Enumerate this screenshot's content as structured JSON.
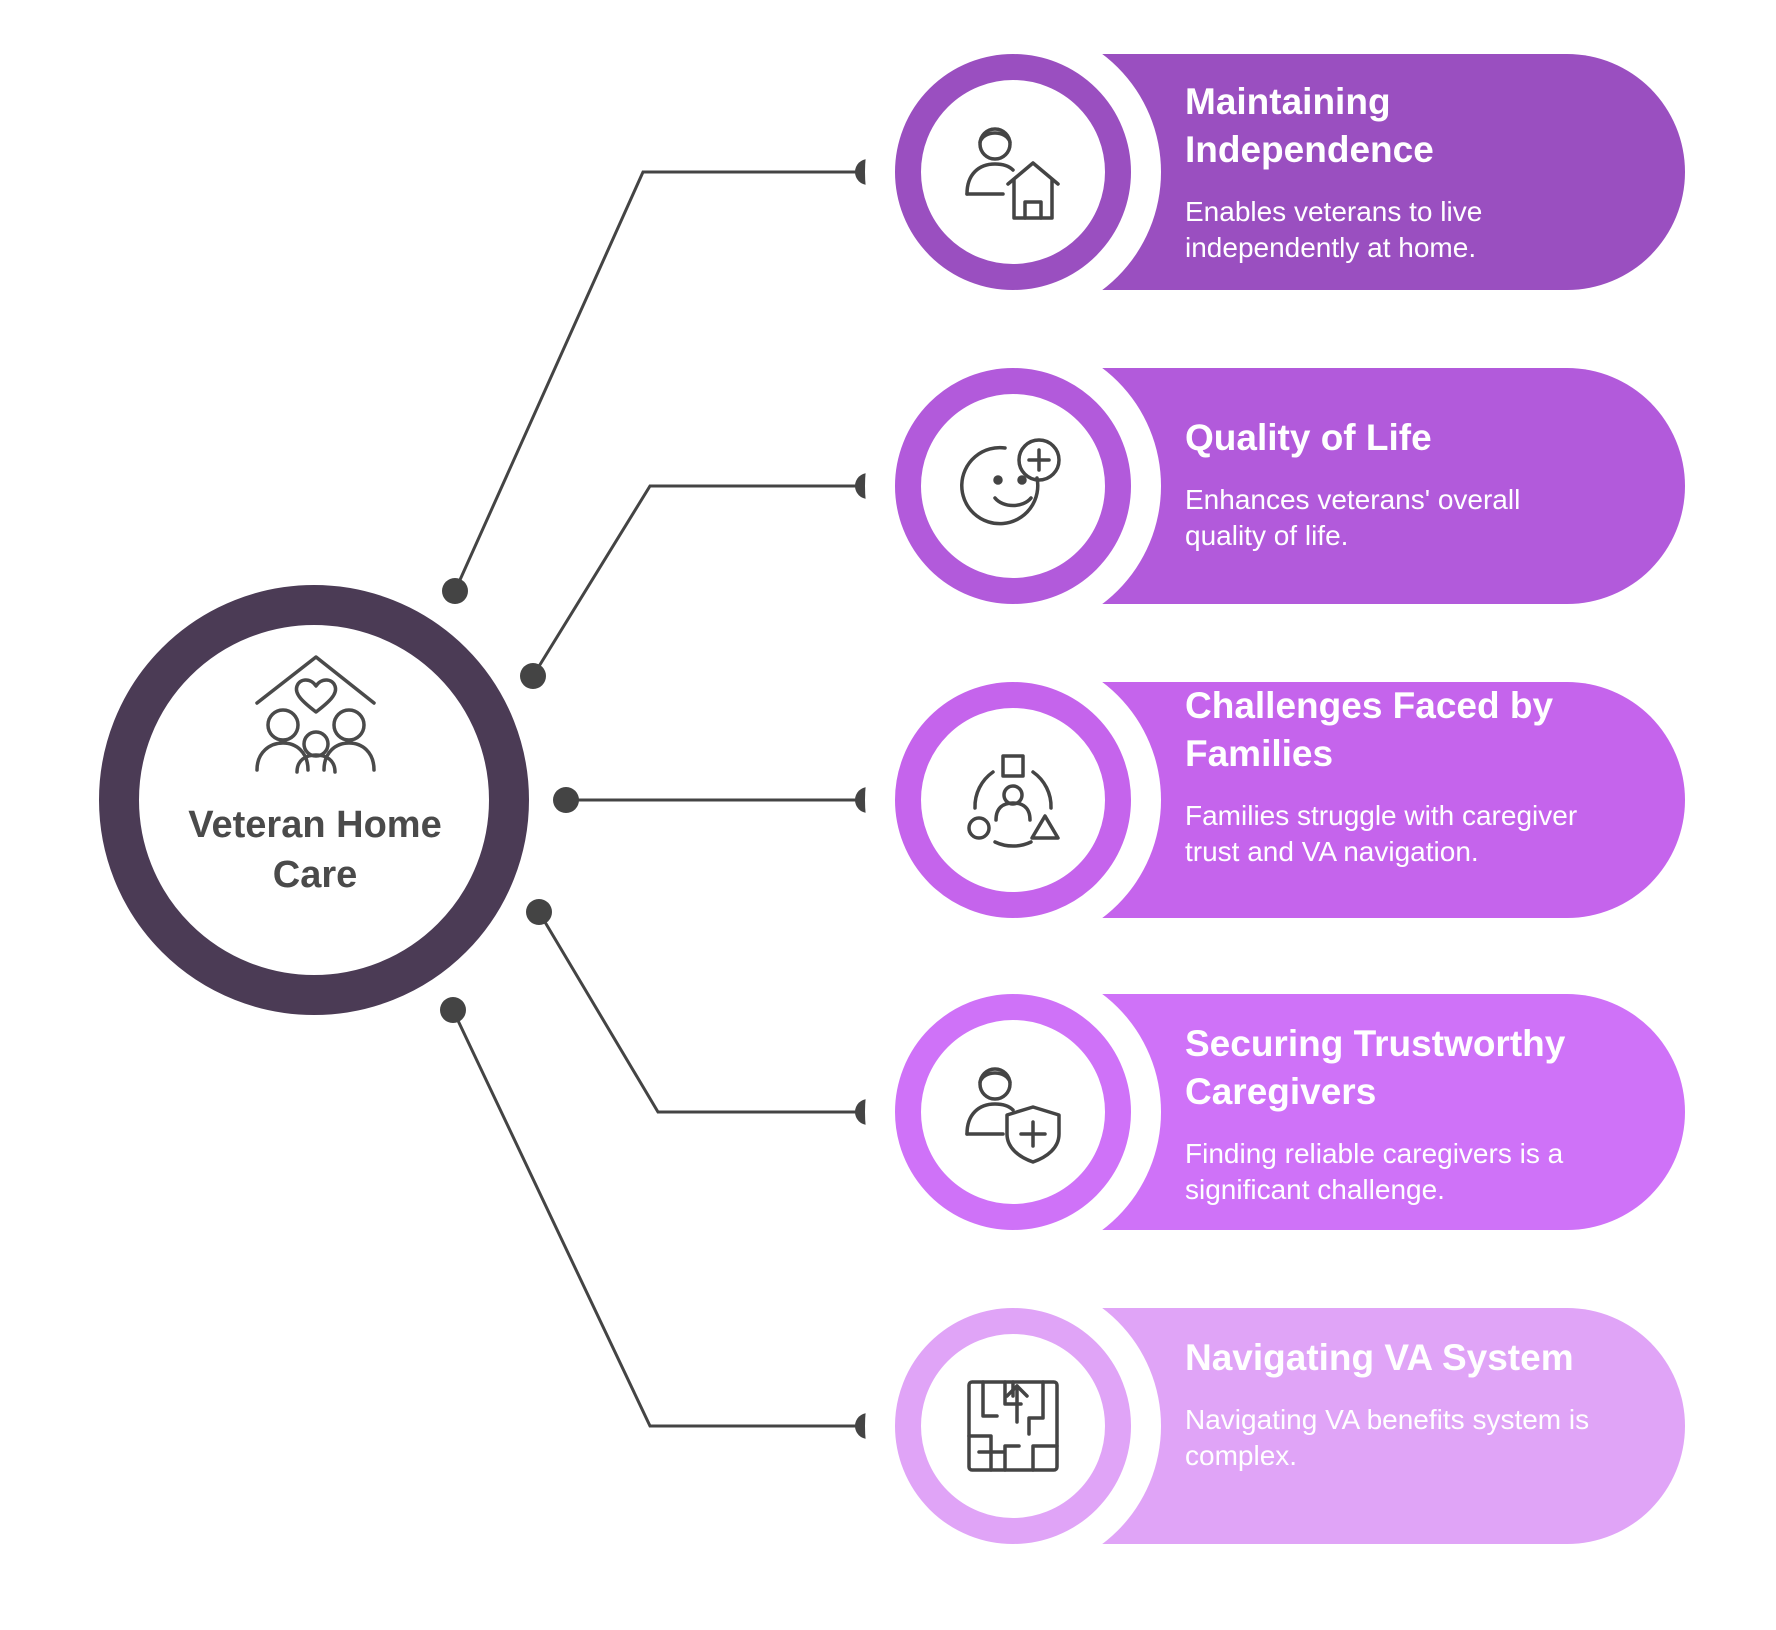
{
  "hub": {
    "title": "Veteran Home Care",
    "icon": "family-home-heart-icon"
  },
  "items": [
    {
      "title": "Maintaining Independence",
      "description": "Enables veterans to live independently at home.",
      "color": "#9a4fc0",
      "icon": "person-home-icon"
    },
    {
      "title": "Quality of Life",
      "description": "Enhances veterans' overall quality of life.",
      "color": "#b25adb",
      "icon": "smiley-plus-icon"
    },
    {
      "title": "Challenges Faced by Families",
      "description": "Families struggle with caregiver trust and VA navigation.",
      "color": "#c564ec",
      "icon": "person-shapes-icon"
    },
    {
      "title": "Securing Trustworthy Caregivers",
      "description": "Finding reliable caregivers is a significant challenge.",
      "color": "#cf72f8",
      "icon": "person-shield-icon"
    },
    {
      "title": "Navigating VA System",
      "description": "Navigating VA benefits system is complex.",
      "color": "#e0a4f7",
      "icon": "maze-icon"
    }
  ],
  "colors": {
    "hub_ring": "#4b3b55",
    "connector": "#444444"
  }
}
